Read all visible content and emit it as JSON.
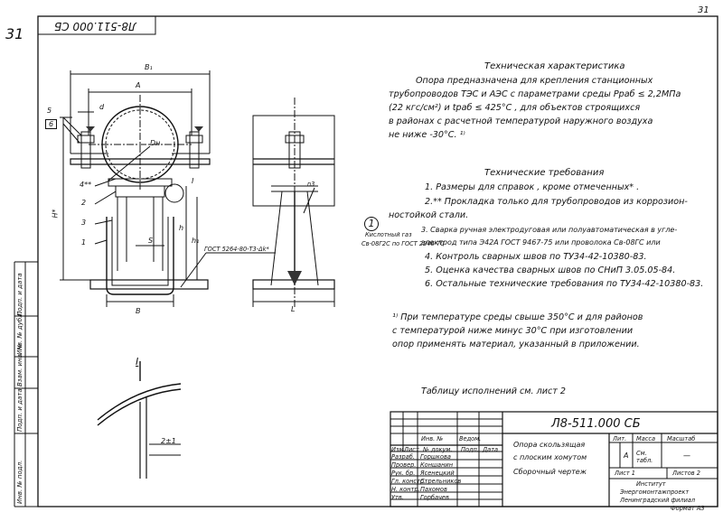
{
  "page_num_top_left": "31",
  "page_num_top_right": "31",
  "doc_code_rotated": "Л8-511.000 СБ",
  "labels": {
    "B1": "B₁",
    "A": "A",
    "d": "d",
    "n5": "5",
    "n6": "6",
    "Dn": "Dн",
    "n4": "4**",
    "n2": "2",
    "n3": "3",
    "n1": "1",
    "S": "S",
    "B": "B",
    "H": "H*",
    "h": "h",
    "h1": "h₁",
    "sec_I_top": "I",
    "L": "L",
    "n3mark": "n3",
    "gost_weld": "ГОСТ 5264-80-Т3-Δk*",
    "sec_I_detail": "I",
    "gap": "2±1"
  },
  "tech_char": {
    "title": "Техническая характеристика",
    "lines": [
      "Опора предназначена для крепления станционных",
      "трубопроводов ТЭС и АЭС с параметрами среды Pраб ≤ 2,2МПа",
      "(22 кгс/см²) и tраб ≤ 425°С , для объектов строящихся",
      "в районах с расчетной температурой наружного воздуха",
      "не ниже -30°С. ¹⁾"
    ]
  },
  "tech_req": {
    "title": "Технические требования",
    "items": [
      "1. Размеры для справок , кроме отмеченных* .",
      "2.** Прокладка только для трубопроводов из коррозион-",
      "ностойкой стали.",
      "3. Сварка ручная электродуговая или полуавтоматическая в угле-",
      "электрод типа Э42А ГОСТ 9467-75 или проволока Св-08ГС или",
      "4. Контроль сварных швов по ТУ34-42-10380-83.",
      "5. Оценка качества сварных швов по СНиП 3.05.05-84.",
      "6. Остальные технические требования по ТУ34-42-10380-83."
    ],
    "margin_note_1": "Кислотный газ",
    "margin_note_2": "Св-08Г2С по ГОСТ 2246-70",
    "circle_mark": "1"
  },
  "footnote": [
    "¹⁾ При температуре среды свыше 350°С и для районов",
    "с температурой ниже минус 30°С при изготовлении",
    "опор применять материал, указанный в приложении."
  ],
  "table_ref": "Таблицу исполнений см. лист 2",
  "title_block": {
    "doc_number": "Л8-511.000 СБ",
    "name_1": "Опора скользящая",
    "name_2": "с плоским хомутом",
    "name_3": "Сборочный чертеж",
    "lit_header": "Лит.",
    "mass_header": "Масса",
    "scale_header": "Масштаб",
    "lit_value": "А",
    "mass_value": "См. табл.",
    "scale_value": "—",
    "sheet_label": "Лист 1",
    "sheets_label": "Листов 2",
    "org_1": "Институт",
    "org_2": "Энергомонтажпроект",
    "org_3": "Ленинградский филиал",
    "format": "Формат А3",
    "col_headers": [
      "Изм.",
      "Лист",
      "№ докум.",
      "Подп.",
      "Дата"
    ],
    "top_labels": [
      "Инв. №",
      "Ведом."
    ],
    "roles": [
      "Разраб.",
      "Провер.",
      "Рук. бр.",
      "Гл. констр.",
      "Н. контр.",
      "Утв."
    ],
    "people": [
      "Горшкова",
      "Коншанин",
      "Ясенецкий",
      "Стрельников",
      "Пахомов",
      "Горбачев"
    ]
  },
  "side_stamps": [
    "Подп. и дата",
    "Инв. № дубл.",
    "Взам. инв. №",
    "Подп. и дата",
    "Инв. № подл."
  ]
}
